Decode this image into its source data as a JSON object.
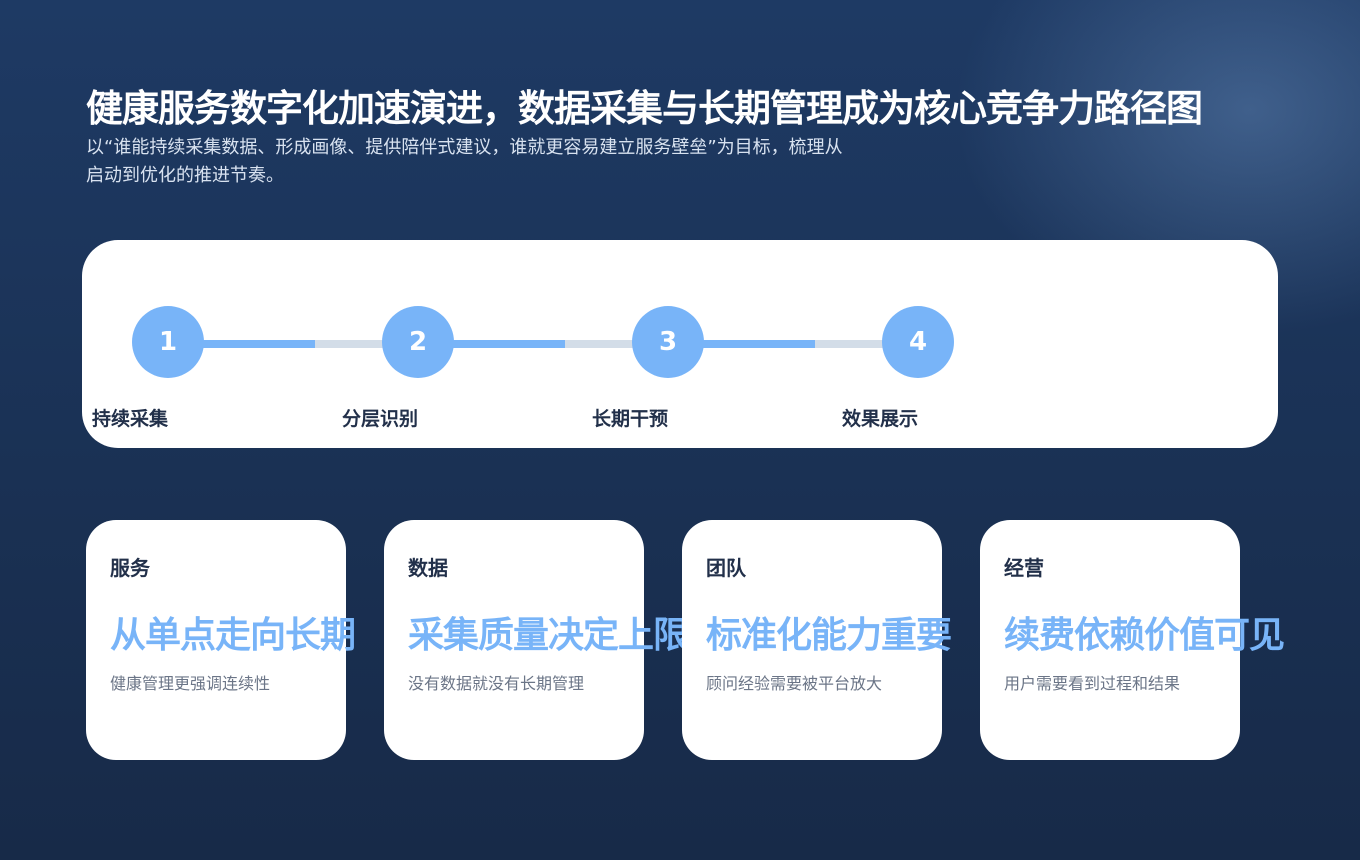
{
  "header": {
    "title": "健康服务数字化加速演进，数据采集与长期管理成为核心竞争力路径图",
    "subtitle": "以“谁能持续采集数据、形成画像、提供陪伴式建议，谁就更容易建立服务壁垒”为目标，梳理从启动到优化的推进节奏。"
  },
  "timeline": {
    "steps": [
      {
        "number": "1",
        "label": "持续采集"
      },
      {
        "number": "2",
        "label": "分层识别"
      },
      {
        "number": "3",
        "label": "长期干预"
      },
      {
        "number": "4",
        "label": "效果展示"
      }
    ]
  },
  "cards": [
    {
      "category": "服务",
      "headline": "从单点走向长期",
      "description": "健康管理更强调连续性"
    },
    {
      "category": "数据",
      "headline": "采集质量决定上限",
      "description": "没有数据就没有长期管理"
    },
    {
      "category": "团队",
      "headline": "标准化能力重要",
      "description": "顾问经验需要被平台放大"
    },
    {
      "category": "经营",
      "headline": "续费依赖价值可见",
      "description": "用户需要看到过程和结果"
    }
  ],
  "colors": {
    "accent": "#78b4f8",
    "track_inactive": "#d3dde8",
    "background": "#1c355b",
    "panel": "#ffffff",
    "text_dark": "#22304a"
  }
}
